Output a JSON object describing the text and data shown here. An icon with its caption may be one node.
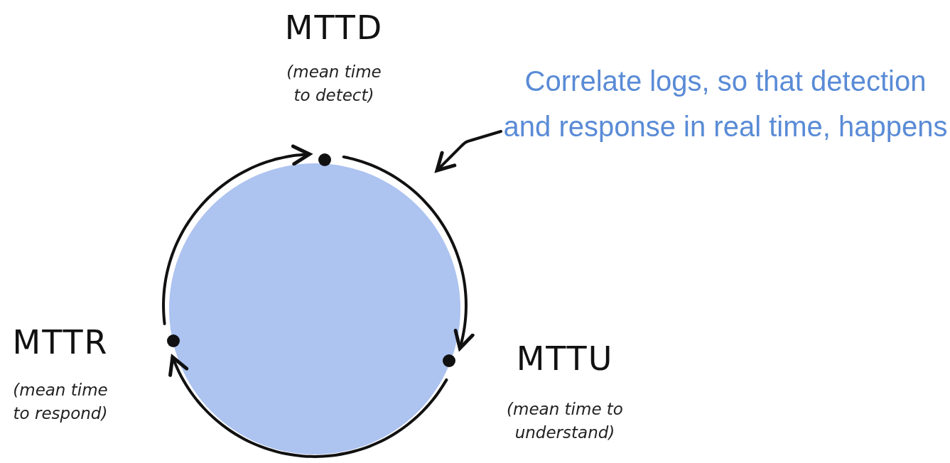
{
  "diagram": {
    "nodes": [
      {
        "text": [],
        "shape": "circle",
        "beside": [
          "MTTD",
          "(mean time to detect)"
        ]
      },
      {
        "text": [
          "Correlate logs, so that detection and response in real time, happens"
        ]
      },
      {
        "text": [],
        "shape": "circle",
        "beside": [
          "MTTR",
          "(mean time to respond)"
        ]
      },
      {
        "text": [],
        "shape": "circle",
        "beside": [
          "MTTU",
          "(mean time to understand)"
        ]
      }
    ],
    "edges": [
      {
        "from": 0,
        "to": 3,
        "arrow": "to"
      },
      {
        "from": 3,
        "to": 2,
        "arrow": "to"
      },
      {
        "from": 2,
        "to": 0,
        "arrow": "to"
      },
      {
        "from": 1,
        "to": null,
        "arrow": "to"
      }
    ]
  }
}
